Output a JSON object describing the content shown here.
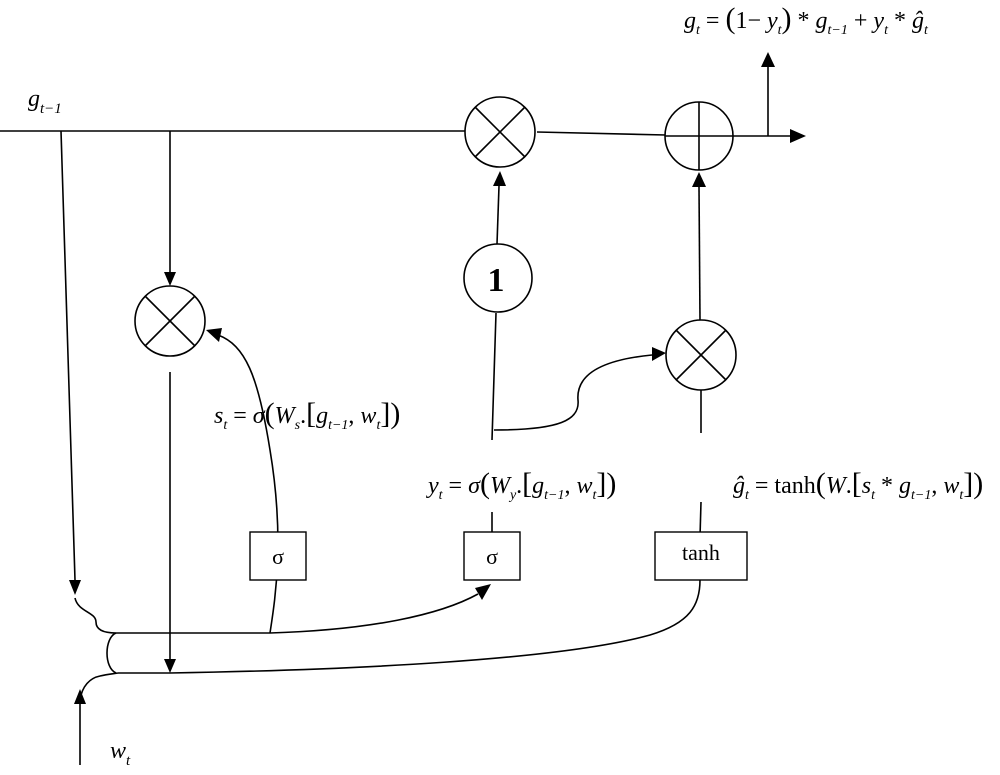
{
  "variables": {
    "g_prev_base": "g",
    "g_prev_sub": "t−1",
    "w_base": "w",
    "w_sub": "t"
  },
  "constant_node": {
    "label": "1"
  },
  "activation_boxes": {
    "sigma_s": "σ",
    "sigma_y": "σ",
    "tanh": "tanh"
  },
  "equations": {
    "output_gate": "g_t = (1 − y_t) * g_{t−1} + y_t * ĝ_t",
    "s_gate": "s_t = σ(W_s.[g_{t−1}, w_t])",
    "y_gate": "y_t = σ(W_y.[g_{t−1}, w_t])",
    "candidate": "ĝ_t = tanh(W.[s_t * g_{t−1}, w_t])"
  },
  "operators": {
    "multiply": "multiply",
    "add": "add"
  }
}
